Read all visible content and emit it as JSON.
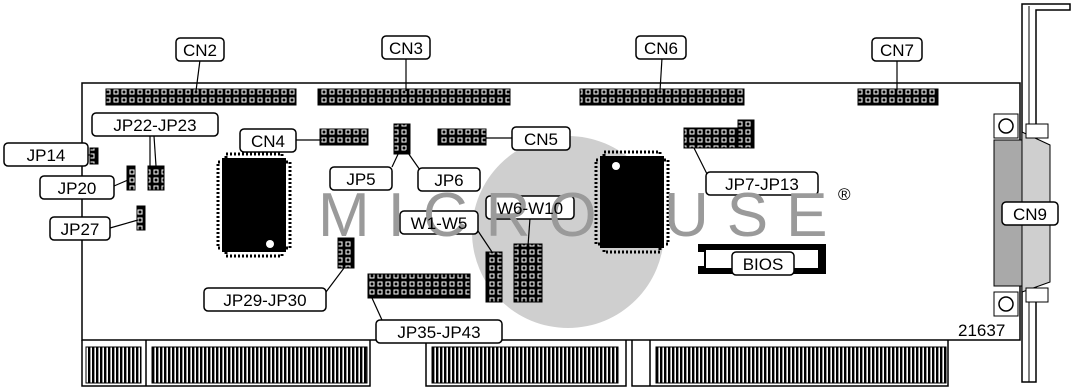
{
  "connectors": {
    "cn2": "CN2",
    "cn3": "CN3",
    "cn6": "CN6",
    "cn7": "CN7",
    "cn4": "CN4",
    "cn5": "CN5",
    "cn9": "CN9"
  },
  "jumpers": {
    "jp14": "JP14",
    "jp20": "JP20",
    "jp22_jp23": "JP22-JP23",
    "jp27": "JP27",
    "jp5": "JP5",
    "jp6": "JP6",
    "jp7_jp13": "JP7-JP13",
    "jp29_jp30": "JP29-JP30",
    "jp35_jp43": "JP35-JP43",
    "w1_w5": "W1-W5",
    "w6_w10": "W6-W10"
  },
  "chips": {
    "bios": "BIOS"
  },
  "board_number": "21637",
  "watermark": {
    "left": "MICRO",
    "right": "USE",
    "registered": "®"
  }
}
